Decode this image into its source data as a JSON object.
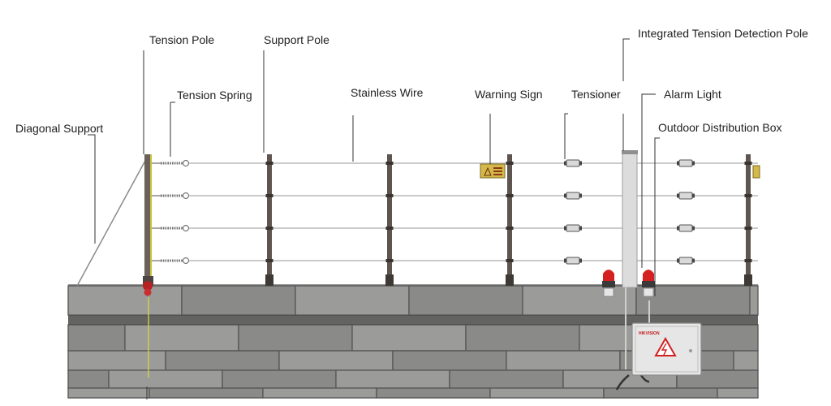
{
  "labels": {
    "tension_pole": "Tension Pole",
    "support_pole": "Support Pole",
    "tension_spring": "Tension Spring",
    "diagonal_support": "Diagonal Support",
    "stainless_wire": "Stainless Wire",
    "warning_sign": "Warning Sign",
    "tensioner": "Tensioner",
    "integrated_pole": "Integrated Tension Detection Pole",
    "alarm_light": "Alarm Light",
    "distribution_box": "Outdoor Distribution Box"
  },
  "box_brand": "HIKVISION",
  "colors": {
    "wall": "#9b9b99",
    "pole": "#5e5550",
    "alarm": "#d42020",
    "box": "#e6e6e6",
    "warning_sign": "#d4b94a"
  },
  "icons": {
    "warning_sign": "lightning-warning-icon",
    "box_hazard": "high-voltage-icon"
  }
}
